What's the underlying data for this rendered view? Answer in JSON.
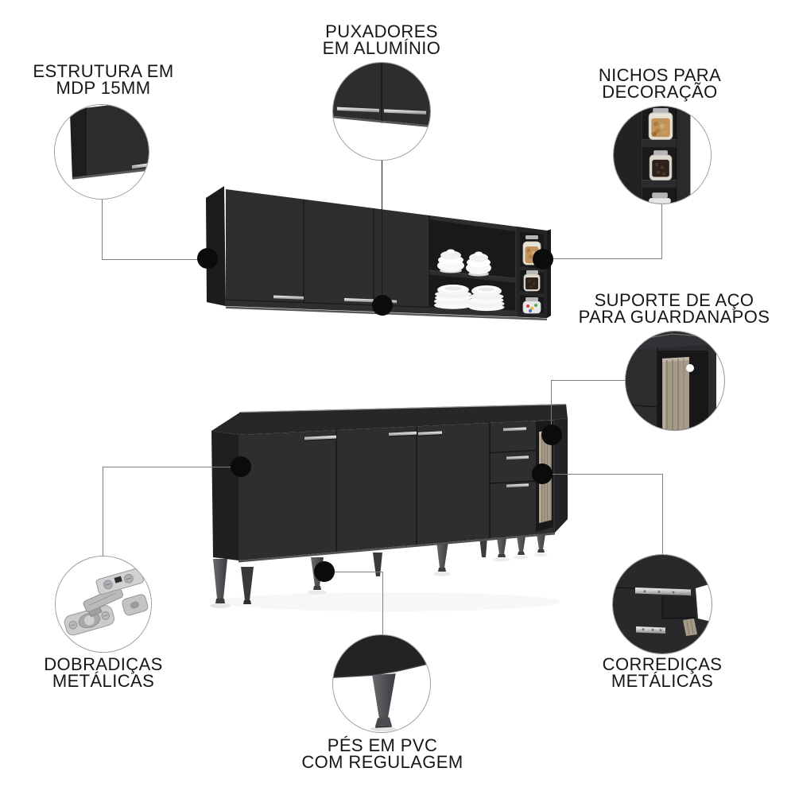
{
  "callouts": {
    "estrutura": {
      "line1": "ESTRUTURA EM",
      "line2": "MDP 15MM",
      "icon": "cabinet-corner"
    },
    "puxadores": {
      "line1": "PUXADORES",
      "line2": "EM ALUMÍNIO",
      "icon": "aluminum-handles"
    },
    "nichos": {
      "line1": "NICHOS PARA",
      "line2": "DECORAÇÃO",
      "icon": "decor-niches-jars"
    },
    "suporte": {
      "line1": "SUPORTE DE AÇO",
      "line2": "PARA GUARDANAPOS",
      "icon": "steel-napkin-holder"
    },
    "dobradicas": {
      "line1": "DOBRADIÇAS",
      "line2": "METÁLICAS",
      "icon": "metal-hinge"
    },
    "corredicas": {
      "line1": "CORREDIÇAS",
      "line2": "METÁLICAS",
      "icon": "metal-drawer-slides"
    },
    "pes": {
      "line1": "PÉS EM PVC",
      "line2": "COM REGULAGEM",
      "icon": "pvc-adjustable-foot"
    }
  },
  "colors": {
    "cabinet_front": "#2e2e30",
    "cabinet_side": "#1f1f21",
    "cabinet_interior": "#19191b",
    "handle_silver": "#c7c7c9",
    "towel_beige": "#a69a88",
    "leg_gray": "#525256",
    "connector_line": "#7f7f81",
    "dot": "#0b0b0b",
    "text": "#161616",
    "background": "#ffffff"
  }
}
